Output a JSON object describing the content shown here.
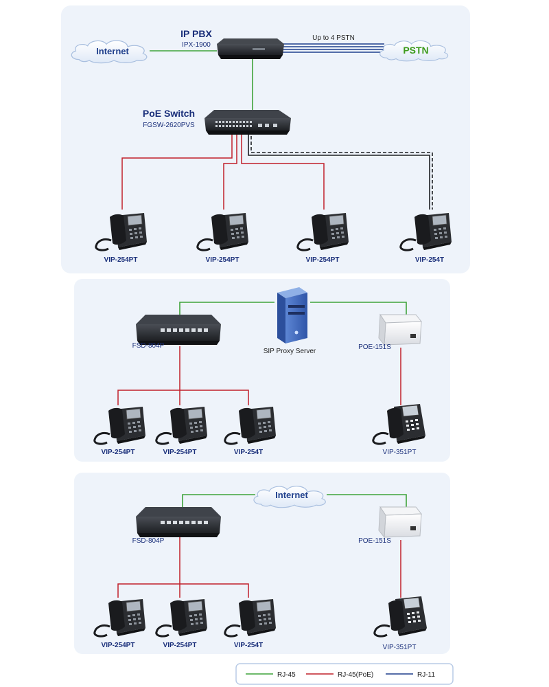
{
  "scenario1": {
    "ippbx_title": "IP PBX",
    "ippbx_model": "IPX-1900",
    "internet": "Internet",
    "pstn": "PSTN",
    "pstn_link": "Up to 4 PSTN",
    "switch_title": "PoE Switch",
    "switch_model": "FGSW-2620PVS",
    "phones": [
      "VIP-254PT",
      "VIP-254PT",
      "VIP-254PT",
      "VIP-254T"
    ]
  },
  "scenario2": {
    "server": "SIP Proxy Server",
    "switch_model": "FSD-804P",
    "injector": "POE-151S",
    "phones": [
      "VIP-254PT",
      "VIP-254PT",
      "VIP-254T"
    ],
    "remote_phone": "VIP-351PT"
  },
  "scenario3": {
    "internet": "Internet",
    "switch_model": "FSD-804P",
    "injector": "POE-151S",
    "phones": [
      "VIP-254PT",
      "VIP-254PT",
      "VIP-254T"
    ],
    "remote_phone": "VIP-351PT"
  },
  "legend": {
    "rj45": "RJ-45",
    "rj45poe": "RJ-45(PoE)",
    "rj11": "RJ-11"
  },
  "colors": {
    "panel": "#eef3fa",
    "rj45": "#3ea33a",
    "rj45poe": "#c0202a",
    "rj11": "#1f3f8c",
    "label_blue": "#1a2f7a",
    "internet_text": "#1f3f8c",
    "pstn_text": "#3d9b1c"
  }
}
